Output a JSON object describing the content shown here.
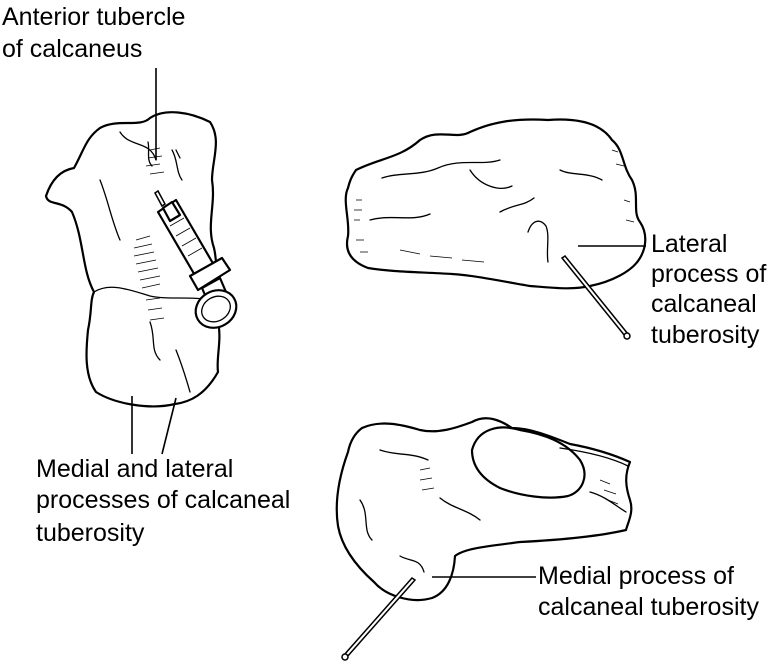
{
  "labels": {
    "anterior_tubercle": [
      "Anterior tubercle",
      "of calcaneus"
    ],
    "lateral_process": [
      "Lateral",
      "process of",
      "calcaneal",
      "tuberosity"
    ],
    "medial_lateral_processes": [
      "Medial and lateral",
      "processes of calcaneal",
      "tuberosity"
    ],
    "medial_process": [
      "Medial process of",
      "calcaneal tuberosity"
    ]
  },
  "colors": {
    "line": "#000000",
    "background": "#ffffff"
  },
  "icons": [
    "syringe",
    "needle"
  ]
}
